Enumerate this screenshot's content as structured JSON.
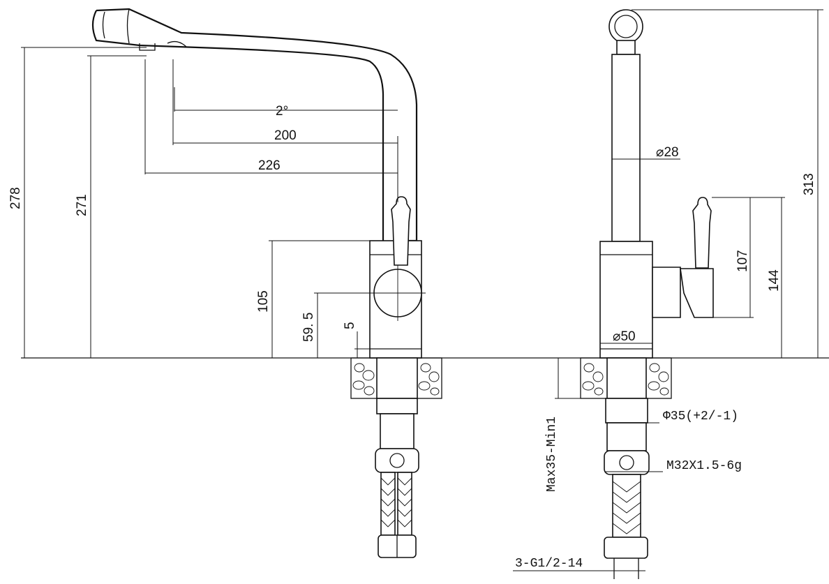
{
  "diagram": {
    "side_view": {
      "dims": {
        "angle": "2°",
        "reach_200": "200",
        "reach_226": "226",
        "height_278": "278",
        "height_271": "271",
        "height_105": "105",
        "height_59_5": "59. 5",
        "height_5": "5"
      }
    },
    "front_view": {
      "dims": {
        "diameter_28": "⌀28",
        "diameter_50": "⌀50",
        "height_313": "313",
        "height_107": "107",
        "height_144": "144",
        "hole": "Φ35(+2/-1)",
        "thread": "M32X1.5-6g",
        "counter": "Max35-Min1",
        "hose_thread": "3-G1/2-14"
      }
    }
  }
}
